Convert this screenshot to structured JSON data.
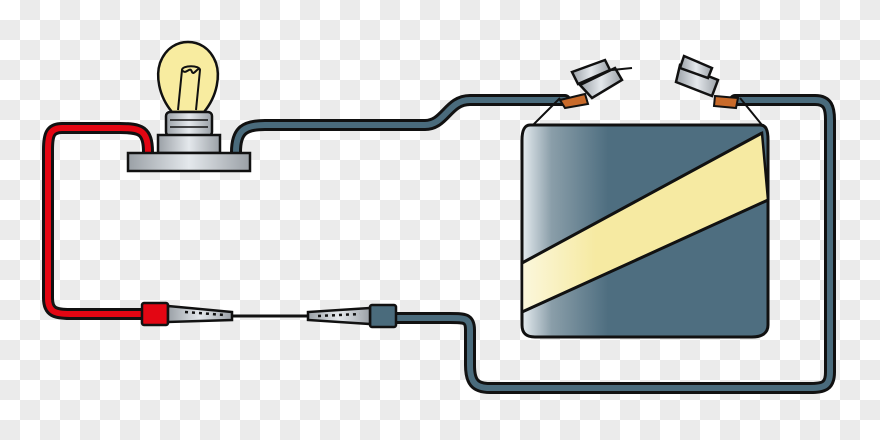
{
  "scene": {
    "components": [
      "light-bulb",
      "battery",
      "alligator-clip",
      "alligator-clip",
      "wire"
    ],
    "colors": {
      "red_wire": "#e30613",
      "blue_wire": "#4a6b7c",
      "bulb_glass": "#f8eca0",
      "battery_body": "#4e6e80",
      "battery_stripe": "#f6eaa2",
      "metal": "#b7bcc1",
      "outline": "#111111"
    }
  }
}
